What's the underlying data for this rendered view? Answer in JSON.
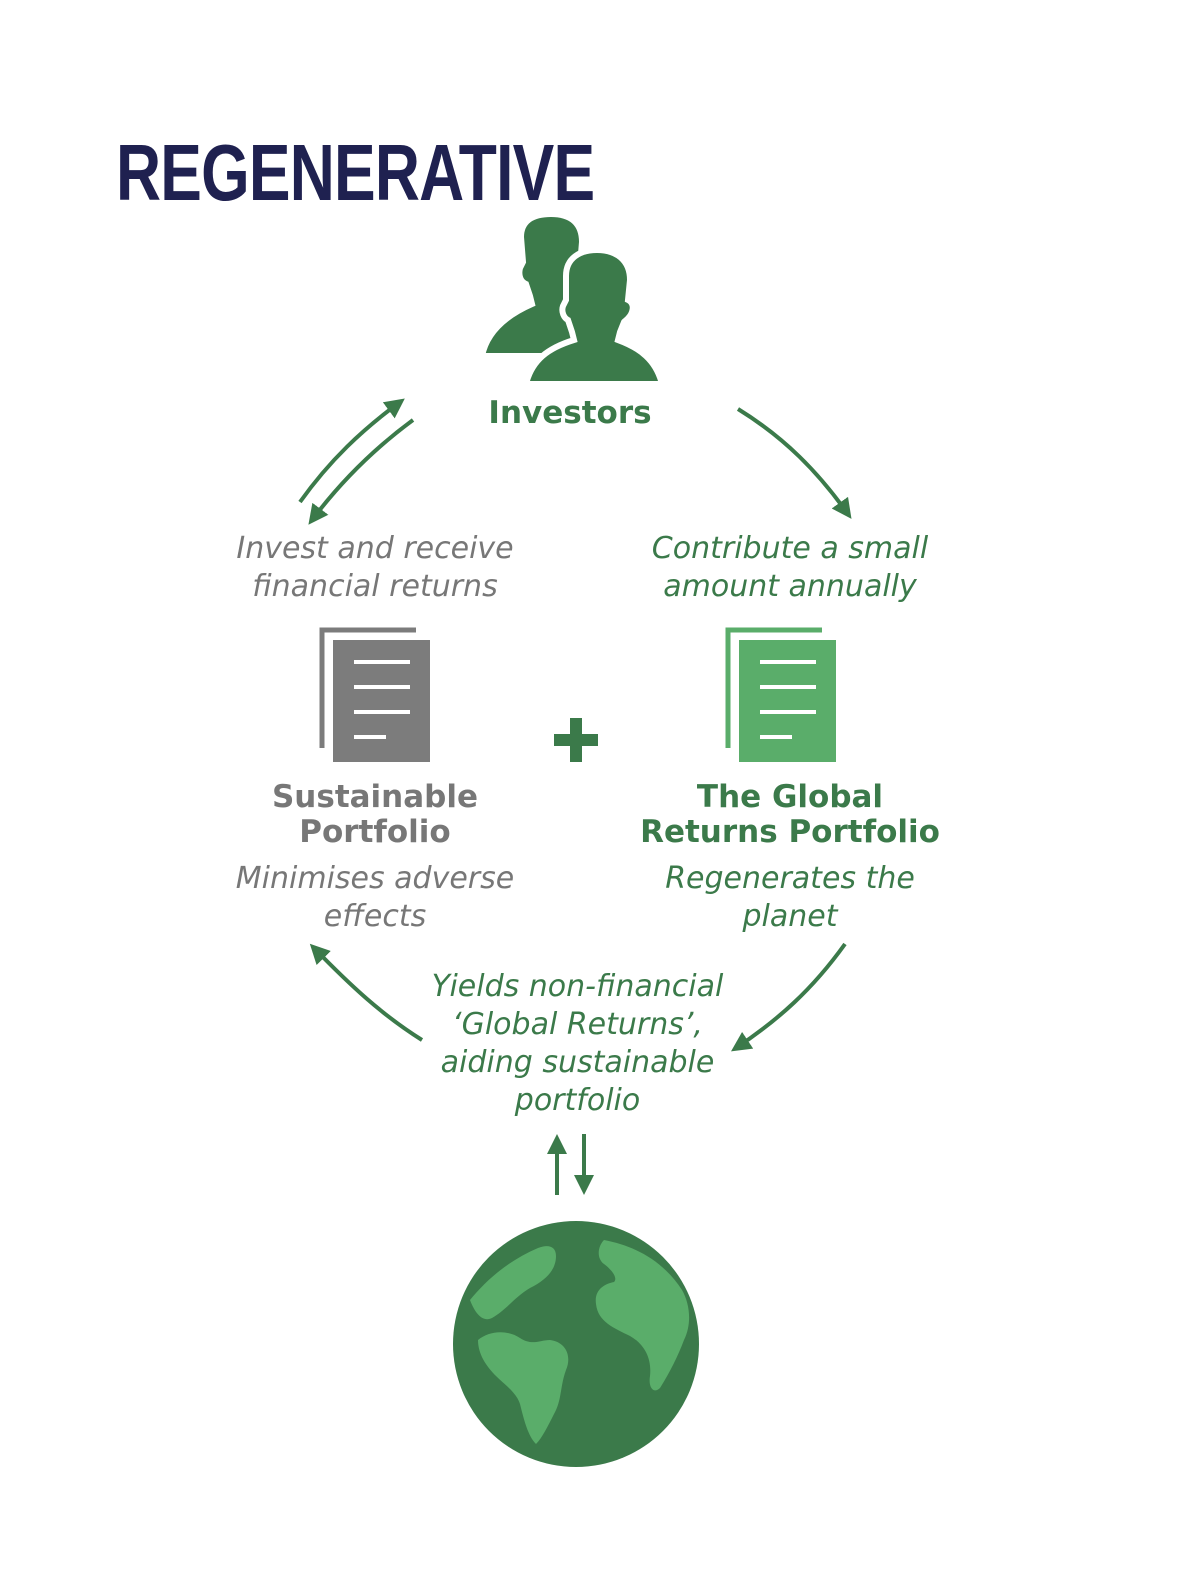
{
  "title": "REGENERATIVE",
  "colors": {
    "title": "#1f2150",
    "dark_green": "#3b7a4a",
    "light_green": "#5aad6a",
    "grey_text": "#777777",
    "grey_icon": "#7c7c7c"
  },
  "icons": {
    "investors": "people-icon",
    "sustainable_portfolio": "document-stack-icon",
    "global_returns_portfolio": "document-stack-icon",
    "plus": "plus-icon",
    "planet": "globe-icon"
  },
  "nodes": {
    "investors": {
      "label": "Investors"
    },
    "sustainable_portfolio": {
      "label_lines": [
        "Sustainable",
        "Portfolio"
      ],
      "description_lines": [
        "Minimises adverse",
        "effects"
      ]
    },
    "global_returns_portfolio": {
      "label_lines": [
        "The Global",
        "Returns Portfolio"
      ],
      "description_lines": [
        "Regenerates the",
        "planet"
      ]
    }
  },
  "edges": {
    "invest": {
      "text_lines": [
        "Invest and receive",
        "financial returns"
      ]
    },
    "contribute": {
      "text_lines": [
        "Contribute a small",
        "amount annually"
      ]
    },
    "yields": {
      "text_lines": [
        "Yields non-financial",
        "‘Global Returns’,",
        "aiding sustainable",
        "portfolio"
      ]
    }
  }
}
